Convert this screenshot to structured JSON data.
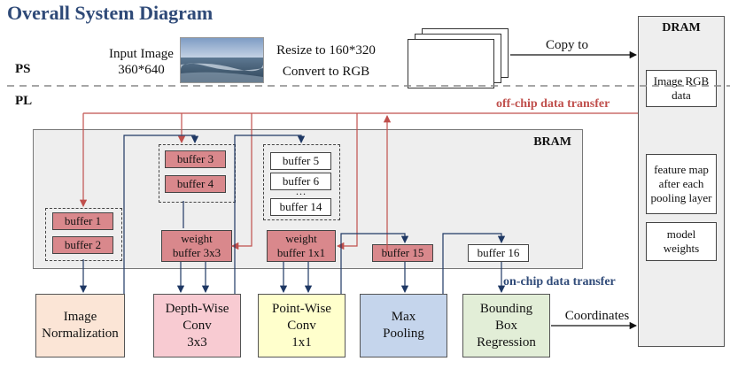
{
  "title": "Overall System Diagram",
  "sides": {
    "ps": "PS",
    "pl": "PL"
  },
  "input_image": {
    "label": "Input Image",
    "size": "360*640"
  },
  "preprocess": {
    "line1": "Resize to 160*320",
    "line2": "Convert to RGB"
  },
  "copy_to": "Copy to",
  "dram": {
    "title": "DRAM",
    "image_rgb": [
      "Image RGB",
      "data"
    ],
    "feature_map": [
      "feature map",
      "after each",
      "pooling layer"
    ],
    "model_weights": [
      "model",
      "weights"
    ]
  },
  "off_chip": "off-chip data transfer",
  "on_chip": "on-chip data transfer",
  "bram": {
    "title": "BRAM",
    "buffers": {
      "b1": "buffer 1",
      "b2": "buffer 2",
      "b3": "buffer 3",
      "b4": "buffer 4",
      "b5": "buffer 5",
      "b6": "buffer 6",
      "dots": "…",
      "b14": "buffer 14",
      "b15": "buffer 15",
      "b16": "buffer 16"
    },
    "weight3": [
      "weight",
      "buffer 3x3"
    ],
    "weight1": [
      "weight",
      "buffer 1x1"
    ]
  },
  "stages": {
    "norm": [
      "Image",
      "Normalization"
    ],
    "dw": [
      "Depth-Wise",
      "Conv",
      "3x3"
    ],
    "pw": [
      "Point-Wise",
      "Conv",
      "1x1"
    ],
    "pool": [
      "Max",
      "Pooling"
    ],
    "bbox": [
      "Bounding",
      "Box",
      "Regression"
    ]
  },
  "stage_colors": {
    "norm": "#fbe5d6",
    "dw": "#f8cbd2",
    "pw": "#ffffcc",
    "pool": "#c5d5ec",
    "bbox": "#e2eed7"
  },
  "coordinates": "Coordinates",
  "colors": {
    "red_arrow": "#c0504d",
    "blue_arrow": "#1f3864",
    "title": "#2f4a78"
  }
}
